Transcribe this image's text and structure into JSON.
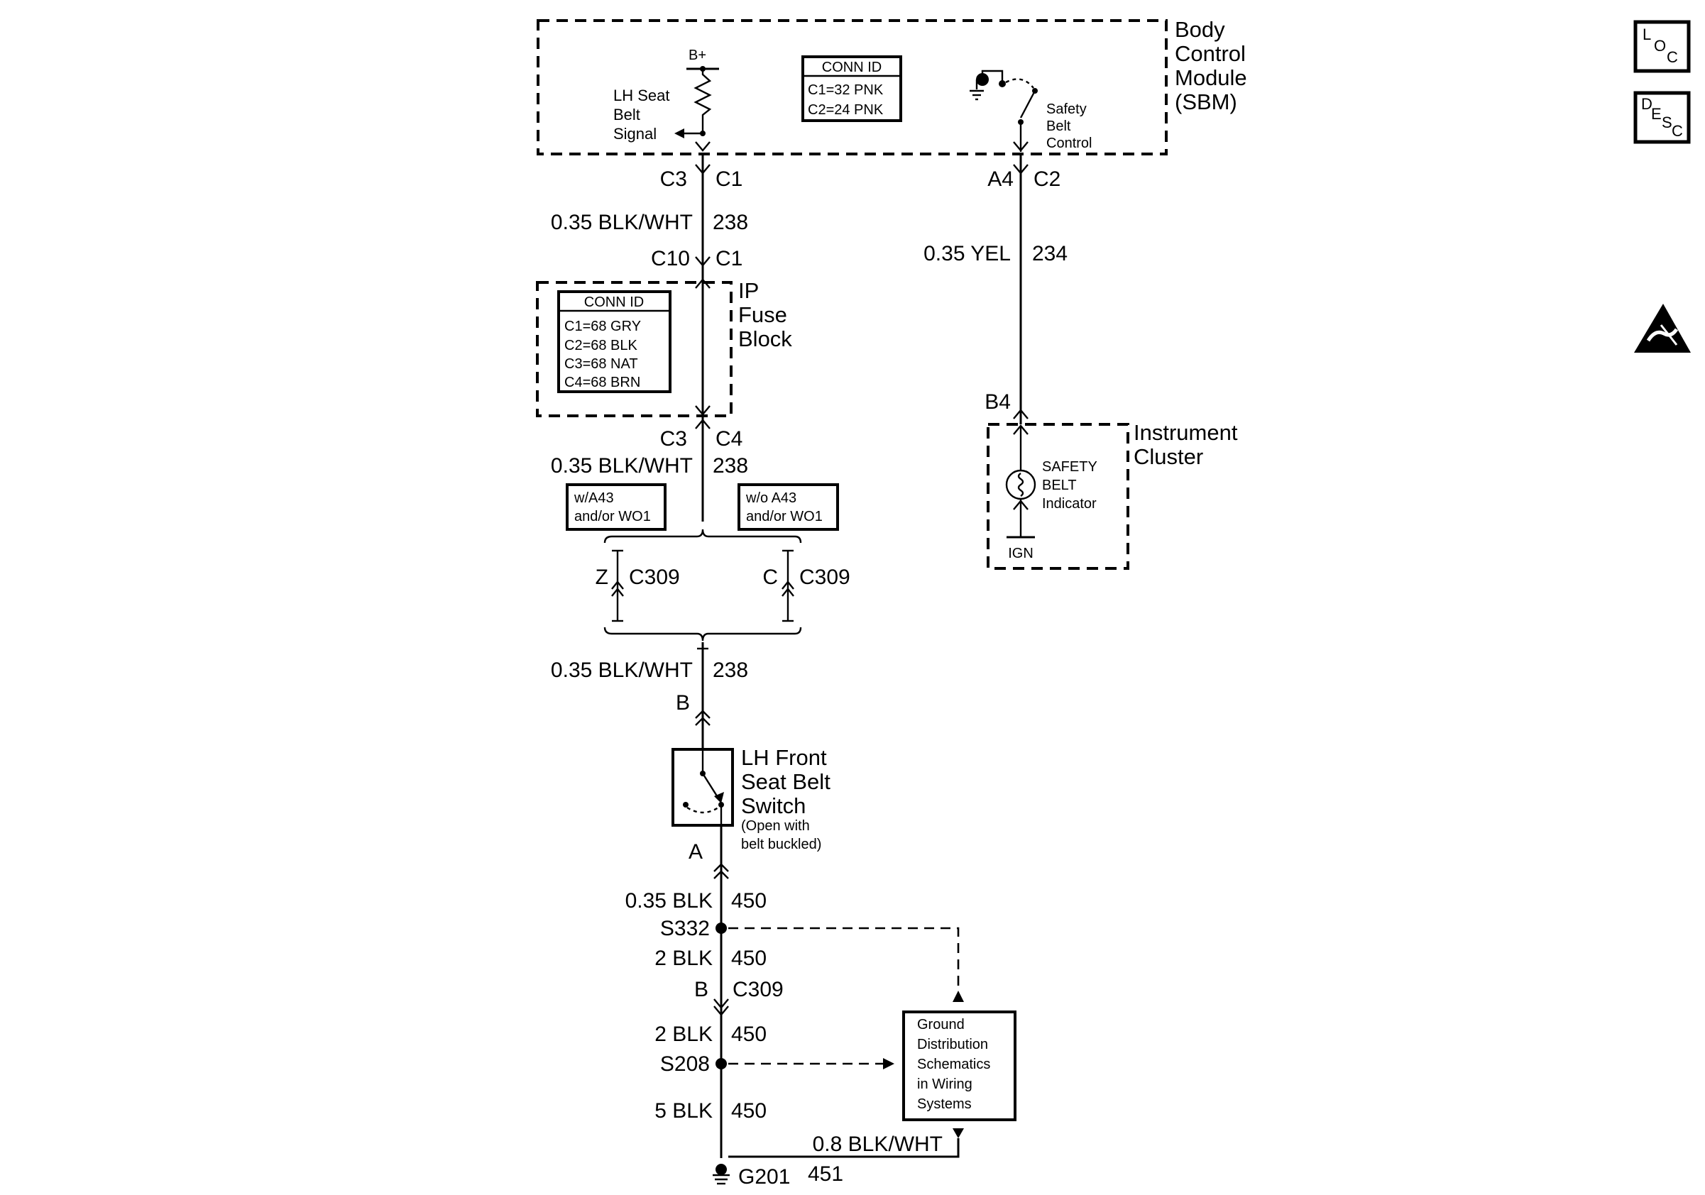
{
  "bcm": {
    "title_lines": [
      "Body",
      "Control",
      "Module",
      "(SBM)"
    ],
    "bplus": "B+",
    "signal_lines": [
      "LH Seat",
      "Belt",
      "Signal"
    ],
    "conn_id": {
      "title": "CONN ID",
      "rows": [
        "C1=32 PNK",
        "C2=24 PNK"
      ]
    },
    "control_lines": [
      "Safety",
      "Belt",
      "Control"
    ]
  },
  "wire238": {
    "top_left_conn": "C3",
    "top_right_conn": "C1",
    "top_gauge": "0.35 BLK/WHT",
    "top_circuit": "238",
    "fuse_in_left": "C10",
    "fuse_in_right": "C1",
    "fuse_out_left": "C3",
    "fuse_out_right": "C4",
    "mid_gauge": "0.35 BLK/WHT",
    "mid_circuit": "238",
    "low_gauge": "0.35 BLK/WHT",
    "low_circuit": "238",
    "switch_pin_top": "B"
  },
  "fuse_block": {
    "title_lines": [
      "IP",
      "Fuse",
      "Block"
    ],
    "conn_id": {
      "title": "CONN ID",
      "rows": [
        "C1=68 GRY",
        "C2=68 BLK",
        "C3=68 NAT",
        "C4=68 BRN"
      ]
    }
  },
  "options": {
    "left_lines": [
      "w/A43",
      "and/or WO1"
    ],
    "right_lines": [
      "w/o A43",
      "and/or WO1"
    ],
    "left_pin": "Z",
    "left_conn": "C309",
    "right_pin": "C",
    "right_conn": "C309"
  },
  "wire234": {
    "pin_left": "A4",
    "pin_right": "C2",
    "gauge": "0.35 YEL",
    "circuit": "234",
    "cluster_pin": "B4"
  },
  "cluster": {
    "title_lines": [
      "Instrument",
      "Cluster"
    ],
    "indicator_lines": [
      "SAFETY",
      "BELT",
      "Indicator"
    ],
    "ign": "IGN"
  },
  "switch": {
    "title_lines": [
      "LH Front",
      "Seat Belt",
      "Switch"
    ],
    "note_lines": [
      "(Open with",
      "belt buckled)"
    ],
    "pin_bottom": "A"
  },
  "ground": {
    "w1_gauge": "0.35 BLK",
    "w1_circuit": "450",
    "splice1": "S332",
    "w2_gauge": "2 BLK",
    "w2_circuit": "450",
    "conn_pin": "B",
    "conn_name": "C309",
    "w3_gauge": "2 BLK",
    "w3_circuit": "450",
    "splice2": "S208",
    "w4_gauge": "5 BLK",
    "w4_circuit": "450",
    "ref_lines": [
      "Ground",
      "Distribution",
      "Schematics",
      "in Wiring",
      "Systems"
    ],
    "w5_gauge": "0.8 BLK/WHT",
    "w5_circuit": "451",
    "ground_name": "G201"
  },
  "side_icons": {
    "loc_letters": [
      "L",
      "O",
      "C"
    ],
    "desc_letters": [
      "D",
      "E",
      "S",
      "C"
    ],
    "esd_icon": "esd-warning-icon"
  }
}
